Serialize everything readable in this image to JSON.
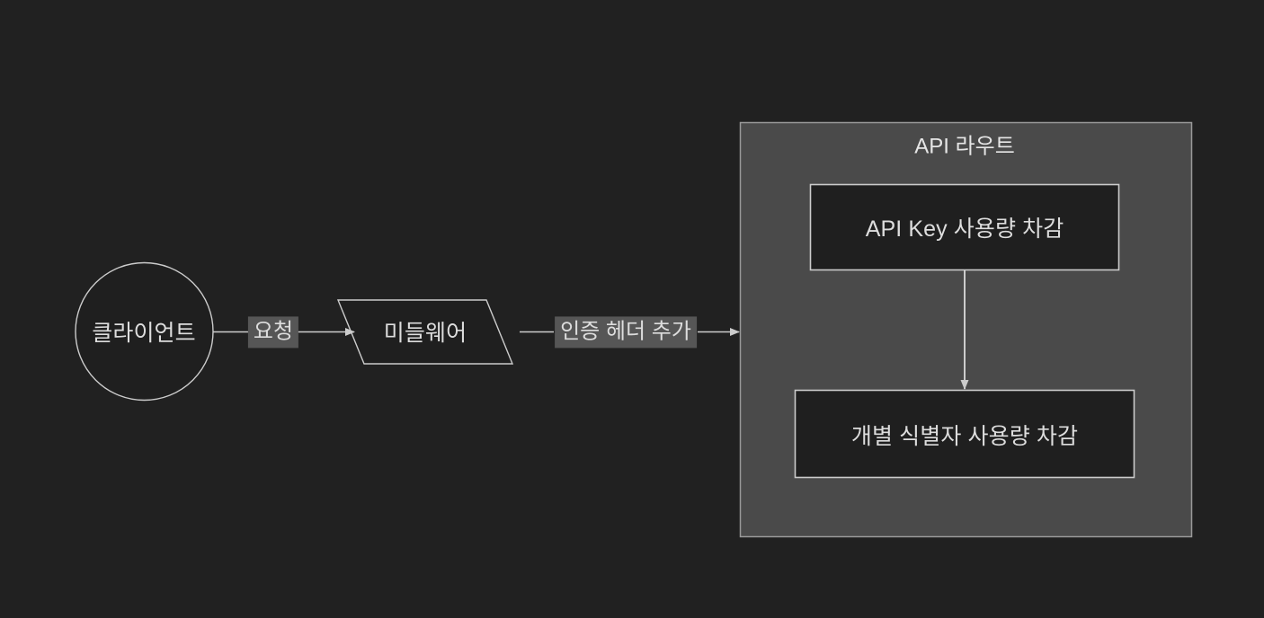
{
  "diagram": {
    "type": "flowchart",
    "direction": "left-to-right",
    "background_color": "#212121",
    "stroke_color": "#cccccc",
    "text_color": "#dddddd",
    "node_fill": "#1f1f1f",
    "subgraph_fill": "#4a4a4a",
    "edge_label_fill": "#565656"
  },
  "nodes": {
    "client": {
      "label": "클라이언트",
      "shape": "circle"
    },
    "middleware": {
      "label": "미들웨어",
      "shape": "parallelogram"
    },
    "api_key_usage": {
      "label": "API Key 사용량 차감",
      "shape": "rectangle"
    },
    "individual_id_usage": {
      "label": "개별 식별자 사용량 차감",
      "shape": "rectangle"
    }
  },
  "subgraph": {
    "title": "API 라우트"
  },
  "edges": [
    {
      "from": "client",
      "to": "middleware",
      "label": "요청"
    },
    {
      "from": "middleware",
      "to": "api_route_subgraph",
      "label": "인증 헤더 추가"
    },
    {
      "from": "api_key_usage",
      "to": "individual_id_usage",
      "label": ""
    }
  ]
}
